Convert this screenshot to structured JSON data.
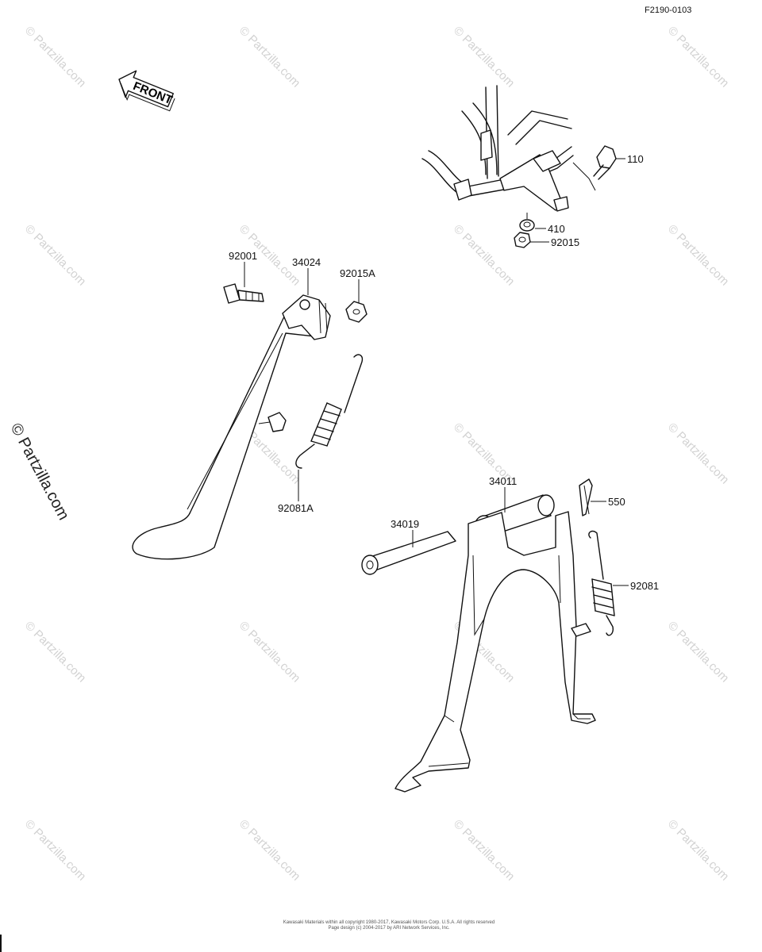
{
  "diagram_code": "F2190-0103",
  "front_arrow_text": "FRONT",
  "watermark_text": "© Partzilla.com",
  "watermark_side_text": "© Partzilla.com",
  "parts": [
    {
      "id": "110",
      "label": "110"
    },
    {
      "id": "410",
      "label": "410"
    },
    {
      "id": "92015",
      "label": "92015"
    },
    {
      "id": "92001",
      "label": "92001"
    },
    {
      "id": "34024",
      "label": "34024"
    },
    {
      "id": "92015A",
      "label": "92015A"
    },
    {
      "id": "92081A",
      "label": "92081A"
    },
    {
      "id": "34011",
      "label": "34011"
    },
    {
      "id": "550",
      "label": "550"
    },
    {
      "id": "34019",
      "label": "34019"
    },
    {
      "id": "92081",
      "label": "92081"
    }
  ],
  "footer_line1": "Kawasaki Materials within all copyright 1980-2017, Kawasaki Motors Corp. U.S.A. All rights reserved",
  "footer_line2": "Page design (c) 2004-2017 by ARI Network Services, Inc."
}
